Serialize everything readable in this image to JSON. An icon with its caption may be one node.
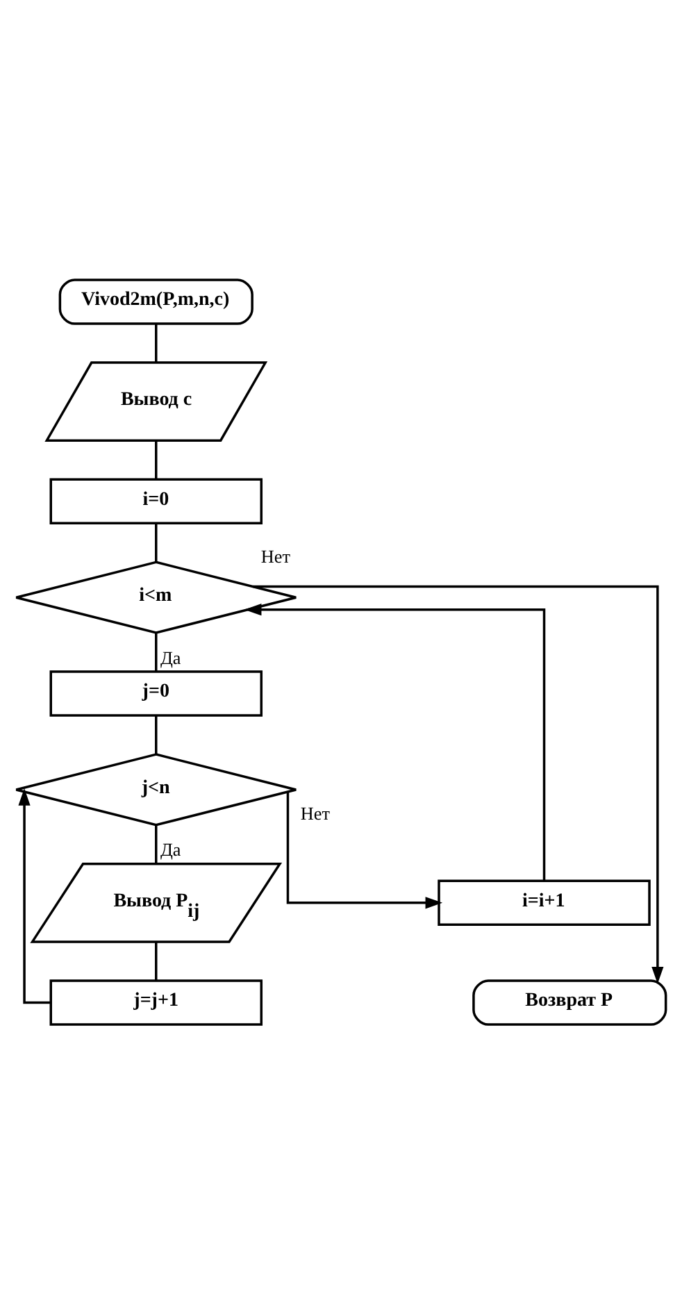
{
  "diagram": {
    "nodes": [
      {
        "text": [
          "Vivod2m(P,m,n,c)"
        ]
      },
      {
        "text": [
          "Вывод с"
        ]
      },
      {
        "text": [
          "i=0"
        ]
      },
      {
        "text": [
          "i<m"
        ]
      },
      {
        "text": [
          "j=0"
        ]
      },
      {
        "text": [
          "j<n"
        ]
      },
      {
        "text": [
          "Вывод P$_{ij}$"
        ]
      },
      {
        "text": [
          "j=j+1"
        ]
      },
      {
        "text": [
          "i=i+1"
        ]
      },
      {
        "text": [
          "Возврат P"
        ]
      }
    ],
    "edges": [
      {
        "from": 0,
        "to": 1,
        "arrow": "none"
      },
      {
        "from": 1,
        "to": 2,
        "arrow": "none"
      },
      {
        "from": 2,
        "to": 3,
        "arrow": "none"
      },
      {
        "from": 3,
        "to": 4,
        "arrow": "none",
        "label": "Да"
      },
      {
        "from": 4,
        "to": 5,
        "arrow": "none"
      },
      {
        "from": 5,
        "to": 6,
        "arrow": "none",
        "label": "Да"
      },
      {
        "from": 6,
        "to": 7,
        "arrow": "none"
      },
      {
        "from": 7,
        "to": 5,
        "arrow": "to"
      },
      {
        "from": 5,
        "to": 8,
        "arrow": "to",
        "label": "Нет"
      },
      {
        "from": 8,
        "to": 3,
        "arrow": "to"
      },
      {
        "from": 3,
        "to": 9,
        "arrow": "to",
        "label": "Нет"
      }
    ]
  }
}
